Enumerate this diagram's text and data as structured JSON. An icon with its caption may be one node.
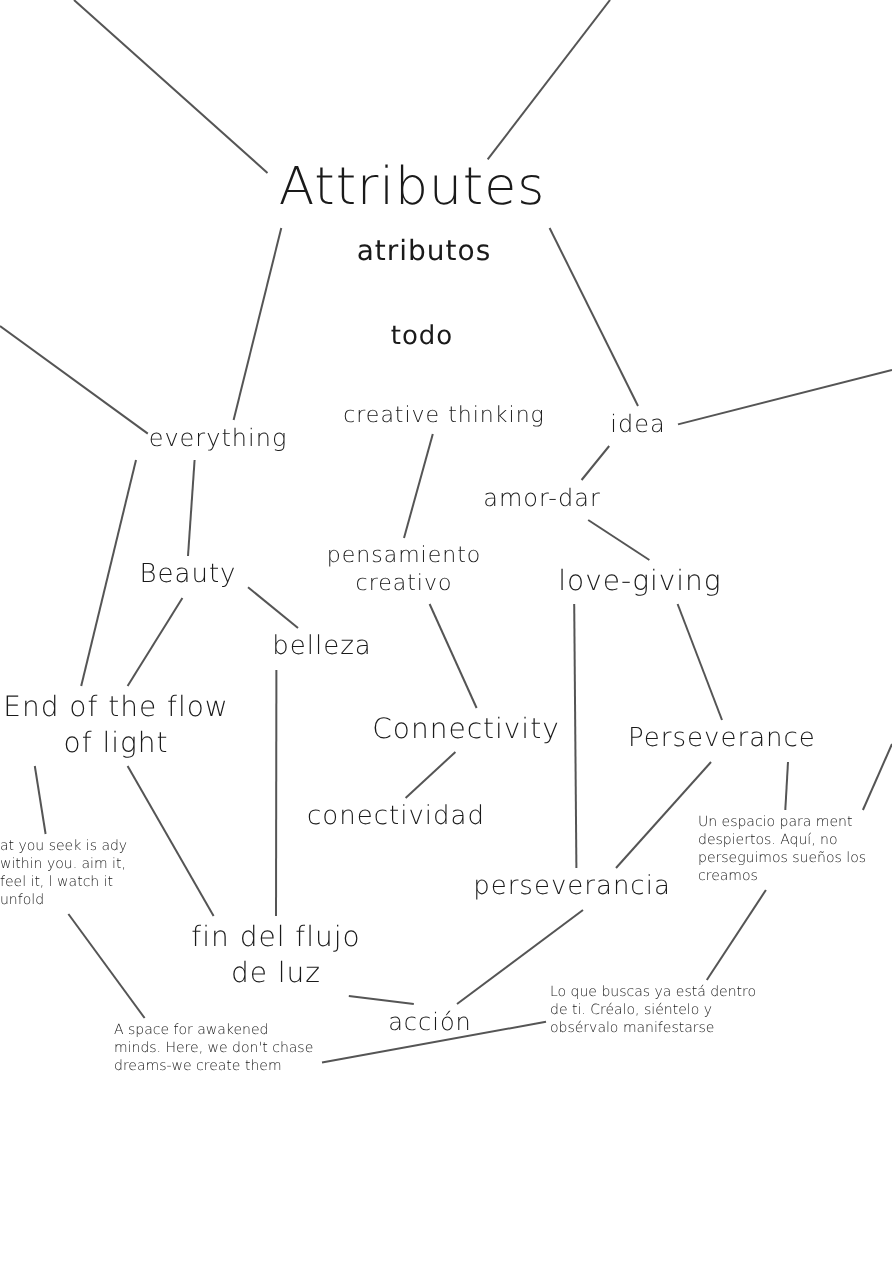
{
  "diagram": {
    "nodes": [
      {
        "text": [
          "Attributes"
        ]
      },
      {
        "text": [
          "everything"
        ]
      },
      {
        "text": [
          "creative thinking"
        ]
      },
      {
        "text": [
          "idea"
        ]
      },
      {
        "text": [
          "amor-dar"
        ]
      },
      {
        "text": [
          "Beauty"
        ]
      },
      {
        "text": [
          "pensamiento creativo"
        ]
      },
      {
        "text": [
          "love-giving"
        ]
      },
      {
        "text": [
          "belleza"
        ]
      },
      {
        "text": [
          "End of the flow of light"
        ]
      },
      {
        "text": [
          "Connectivity"
        ]
      },
      {
        "text": [
          "Perseverance"
        ]
      },
      {
        "text": [
          "conectividad"
        ]
      },
      {
        "text": [
          "at you seek is ady within you. aim it, feel it, l watch it unfold"
        ]
      },
      {
        "text": [
          "Un espacio para ment despiertos. Aquí, no perseguimos sueños los creamos"
        ]
      },
      {
        "text": [
          "perseverancia"
        ]
      },
      {
        "text": [
          "fin del flujo de luz"
        ]
      },
      {
        "text": [
          "acción"
        ]
      },
      {
        "text": [
          "Lo que buscas ya está dentro de ti. Créalo, siéntelo y obsérvalo manifestarse"
        ]
      },
      {
        "text": [
          "A space for awakened minds. Here, we don't chase dreams-we create them"
        ]
      }
    ],
    "edges": [
      {
        "from": null,
        "to": 0,
        "arrow": "none"
      },
      {
        "from": null,
        "to": 0,
        "arrow": "none"
      },
      {
        "from": 0,
        "to": 1,
        "arrow": "none"
      },
      {
        "from": 0,
        "to": 3,
        "arrow": "none"
      },
      {
        "from": null,
        "to": 1,
        "arrow": "none"
      },
      {
        "from": null,
        "to": 3,
        "arrow": "none"
      },
      {
        "from": 3,
        "to": 4,
        "arrow": "none"
      },
      {
        "from": 2,
        "to": 6,
        "arrow": "none"
      },
      {
        "from": 1,
        "to": 9,
        "arrow": "none"
      },
      {
        "from": 1,
        "to": 5,
        "arrow": "none"
      },
      {
        "from": 4,
        "to": 7,
        "arrow": "none"
      },
      {
        "from": 5,
        "to": 9,
        "arrow": "none"
      },
      {
        "from": 5,
        "to": 8,
        "arrow": "none"
      },
      {
        "from": 6,
        "to": 10,
        "arrow": "none"
      },
      {
        "from": 7,
        "to": 11,
        "arrow": "none"
      },
      {
        "from": 7,
        "to": 15,
        "arrow": "none"
      },
      {
        "from": 8,
        "to": 16,
        "arrow": "none"
      },
      {
        "from": 10,
        "to": 12,
        "arrow": "none"
      },
      {
        "from": 9,
        "to": 13,
        "arrow": "none"
      },
      {
        "from": 9,
        "to": 16,
        "arrow": "none"
      },
      {
        "from": 11,
        "to": 15,
        "arrow": "none"
      },
      {
        "from": 11,
        "to": 14,
        "arrow": "none"
      },
      {
        "from": 14,
        "to": null,
        "arrow": "none"
      },
      {
        "from": 13,
        "to": 19,
        "arrow": "none"
      },
      {
        "from": 16,
        "to": 17,
        "arrow": "none"
      },
      {
        "from": 15,
        "to": 17,
        "arrow": "none"
      },
      {
        "from": 14,
        "to": 18,
        "arrow": "none"
      },
      {
        "from": 19,
        "to": 18,
        "arrow": "none"
      }
    ],
    "labels": [
      "atributos",
      "todo"
    ]
  }
}
